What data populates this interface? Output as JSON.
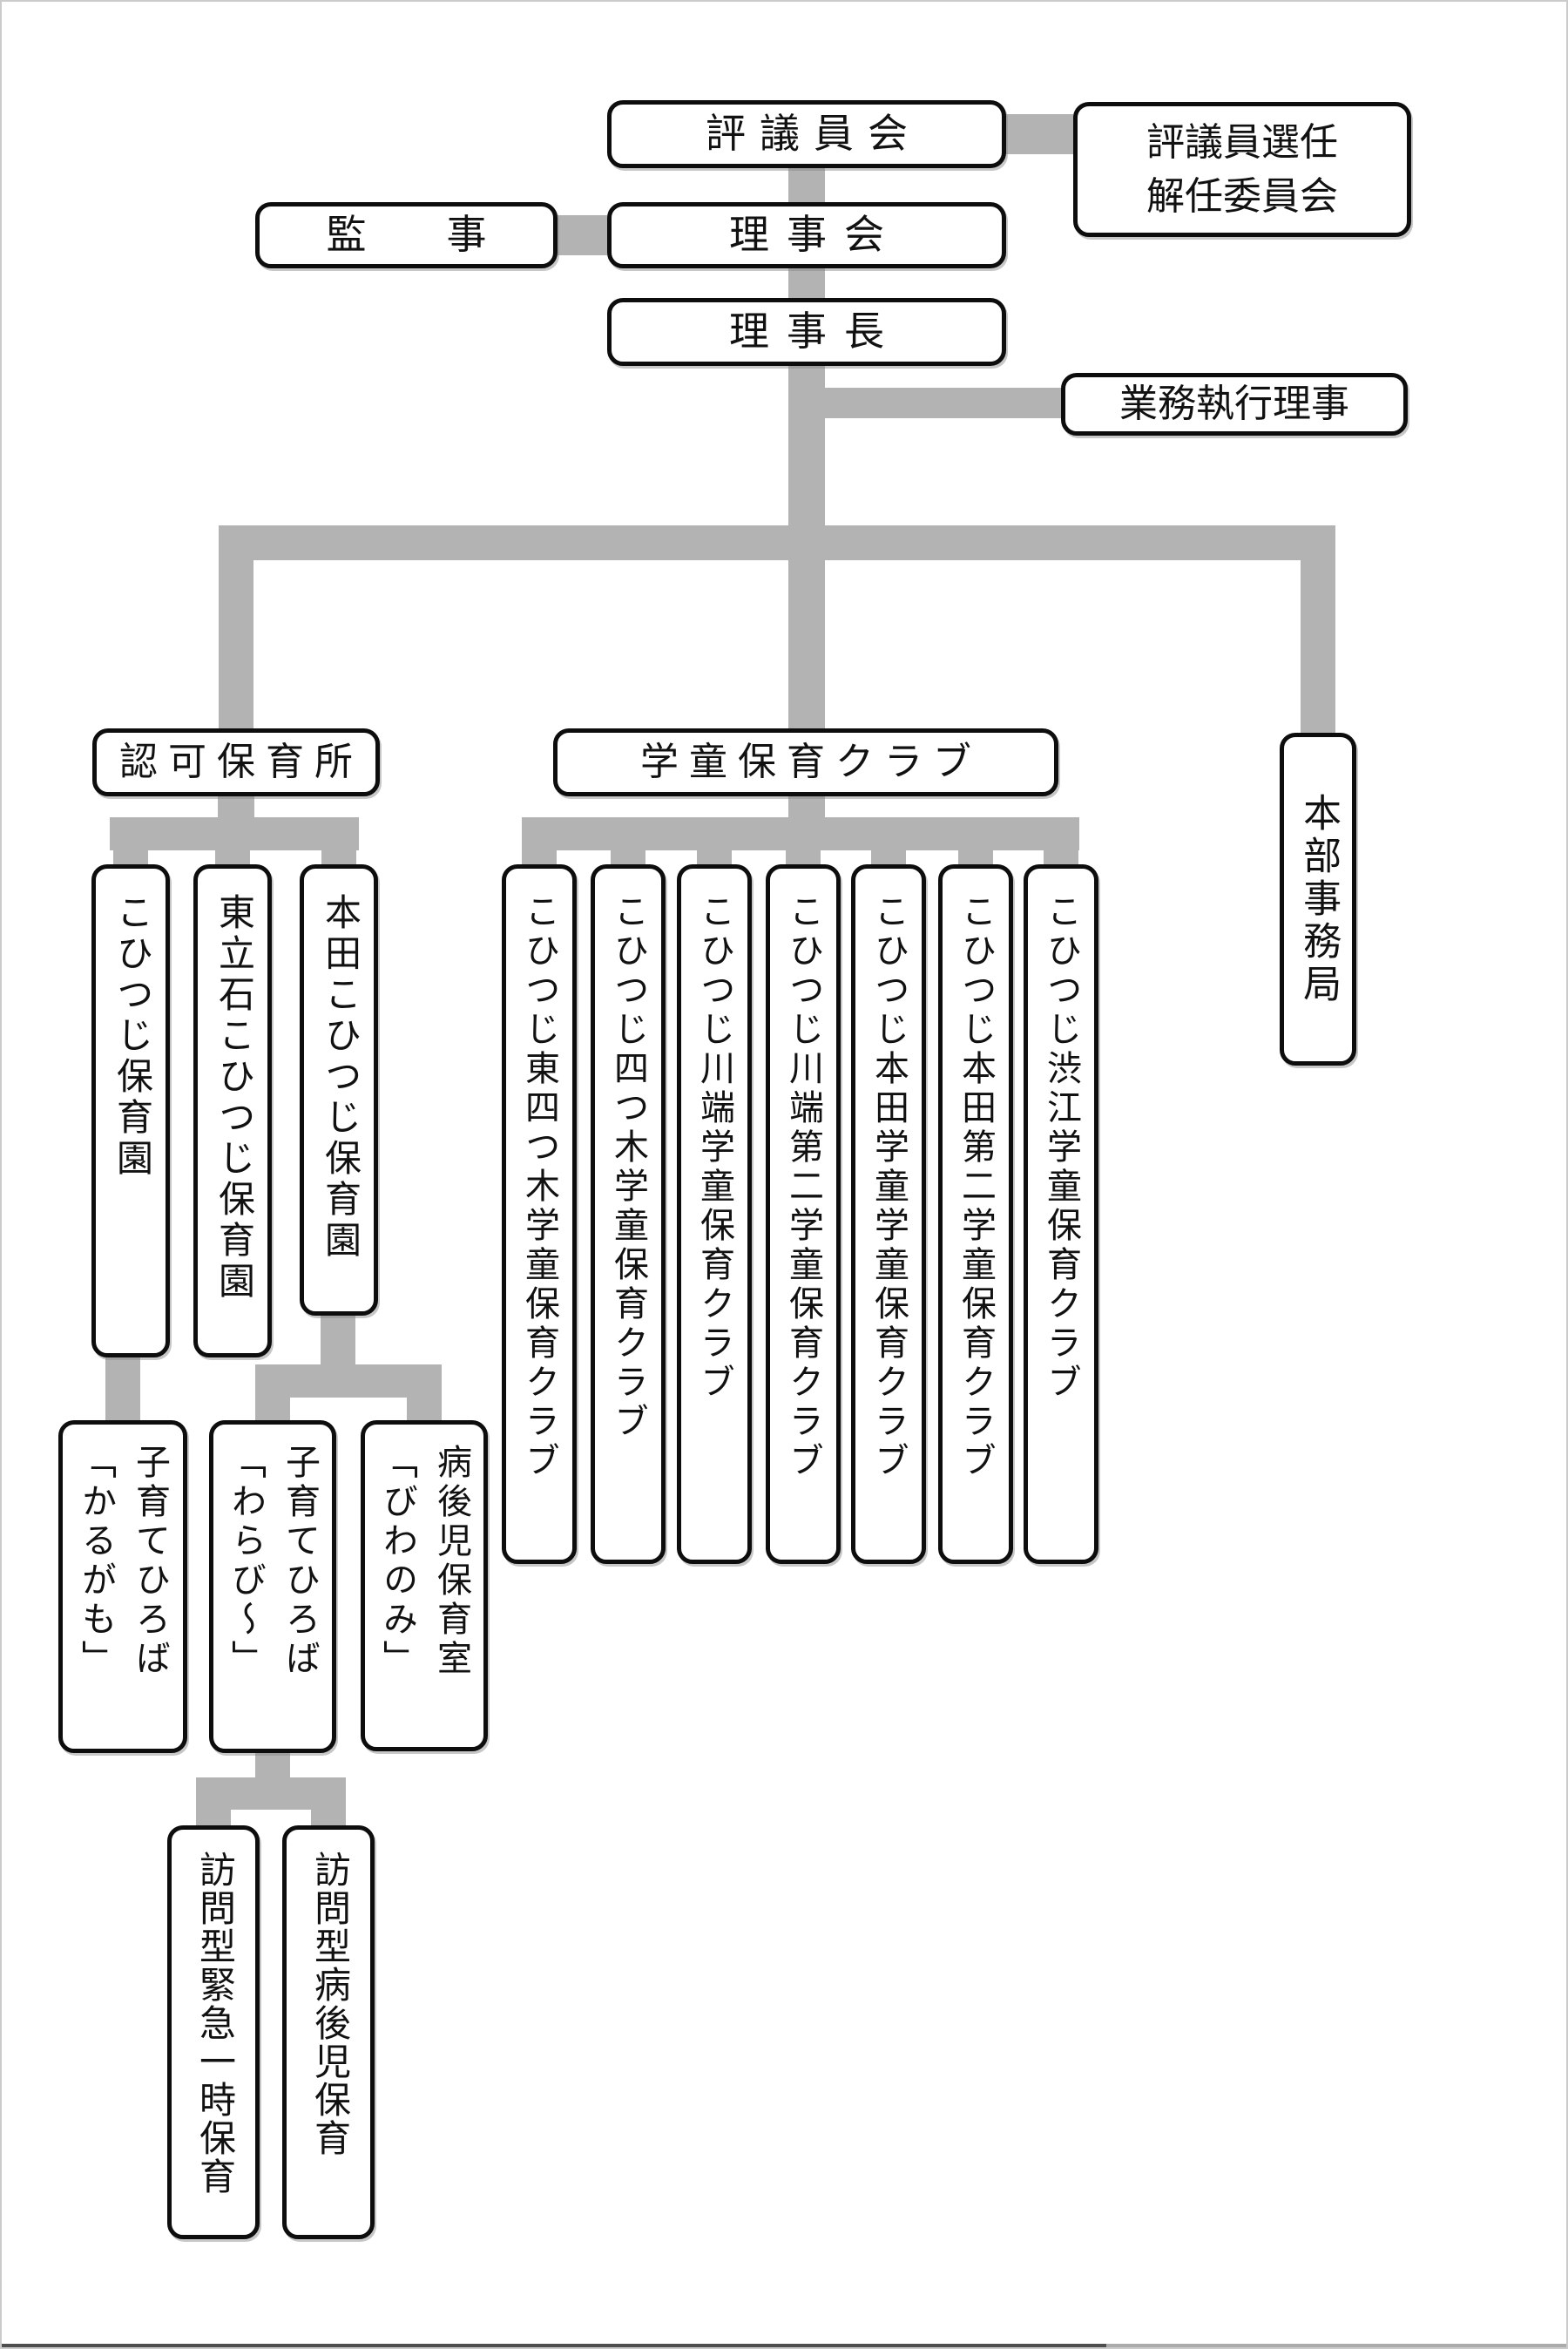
{
  "governance": {
    "councillors": "評議員会",
    "councillor_committee": "評議員選任\n解任委員会",
    "auditors": "監　　事",
    "board_of_directors": "理事会",
    "chairman": "理事長",
    "executive_director": "業務執行理事"
  },
  "branches": {
    "licensed_nurseries": {
      "header": "認可保育所",
      "items": [
        "こひつじ保育園",
        "東立石こひつじ保育園",
        "本田こひつじ保育園"
      ]
    },
    "afterschool_clubs": {
      "header": "学童保育クラブ",
      "items": [
        "こひつじ東四つ木学童保育クラブ",
        "こひつじ四つ木学童保育クラブ",
        "こひつじ川端学童保育クラブ",
        "こひつじ川端第二学童保育クラブ",
        "こひつじ本田学童学童保育クラブ",
        "こひつじ本田第二学童保育クラブ",
        "こひつじ渋江学童保育クラブ"
      ]
    },
    "head_office": "本部事務局"
  },
  "sub_services": {
    "kosodate_karugamo": "子育てひろば\n「かるがも」",
    "kosodate_warabi": "子育てひろば\n「わらび〜」",
    "byogoji_biwanomi": "病後児保育室\n「びわのみ」",
    "visiting_emergency_care": "訪問型緊急一時保育",
    "visiting_sick_child_care": "訪問型病後児保育"
  },
  "colors": {
    "connector": "#b3b3b3",
    "box_border": "#0d0d0d",
    "background": "#ffffff",
    "frame": "#cbcbcb",
    "bottom_edge_dark": "#4e4e4e",
    "bottom_edge_light": "#ababab"
  }
}
